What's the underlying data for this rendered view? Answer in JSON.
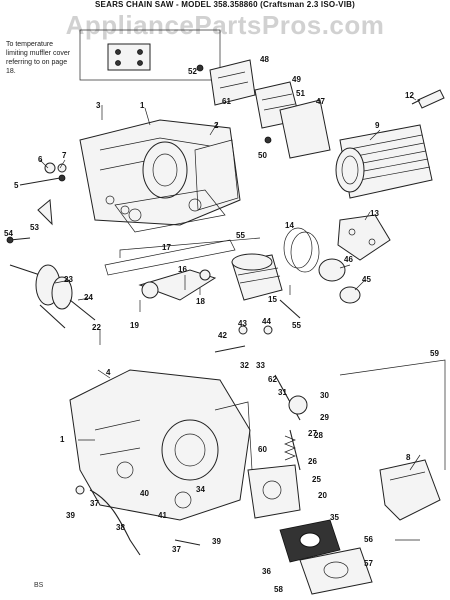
{
  "header": {
    "title": "SEARS CHAIN SAW - MODEL 358.358860 (Craftsman 2.3 ISO-VIB)"
  },
  "watermark": "AppliancePartsPros.com",
  "note": "To temperature limiting muffler cover referring to on page 18.",
  "page_code": "BS",
  "callouts": {
    "c1a": "1",
    "c1b": "1",
    "c2": "2",
    "c3": "3",
    "c4": "4",
    "c5": "5",
    "c6": "6",
    "c7": "7",
    "c8": "8",
    "c9": "9",
    "c12": "12",
    "c13": "13",
    "c14": "14",
    "c15": "15",
    "c16": "16",
    "c17": "17",
    "c18": "18",
    "c19": "19",
    "c20": "20",
    "c22": "22",
    "c23": "23",
    "c24": "24",
    "c25": "25",
    "c26": "26",
    "c27": "27",
    "c28": "28",
    "c29": "29",
    "c30": "30",
    "c31": "31",
    "c32": "32",
    "c33": "33",
    "c34": "34",
    "c35": "35",
    "c36": "36",
    "c37a": "37",
    "c37b": "37",
    "c38": "38",
    "c39a": "39",
    "c39b": "39",
    "c40": "40",
    "c41": "41",
    "c42": "42",
    "c43": "43",
    "c44": "44",
    "c45": "45",
    "c46": "46",
    "c47": "47",
    "c48": "48",
    "c49": "49",
    "c50": "50",
    "c51": "51",
    "c52": "52",
    "c53": "53",
    "c54": "54",
    "c55a": "55",
    "c55b": "55",
    "c56": "56",
    "c57": "57",
    "c58": "58",
    "c59": "59",
    "c60": "60",
    "c61": "61",
    "c62": "62"
  }
}
